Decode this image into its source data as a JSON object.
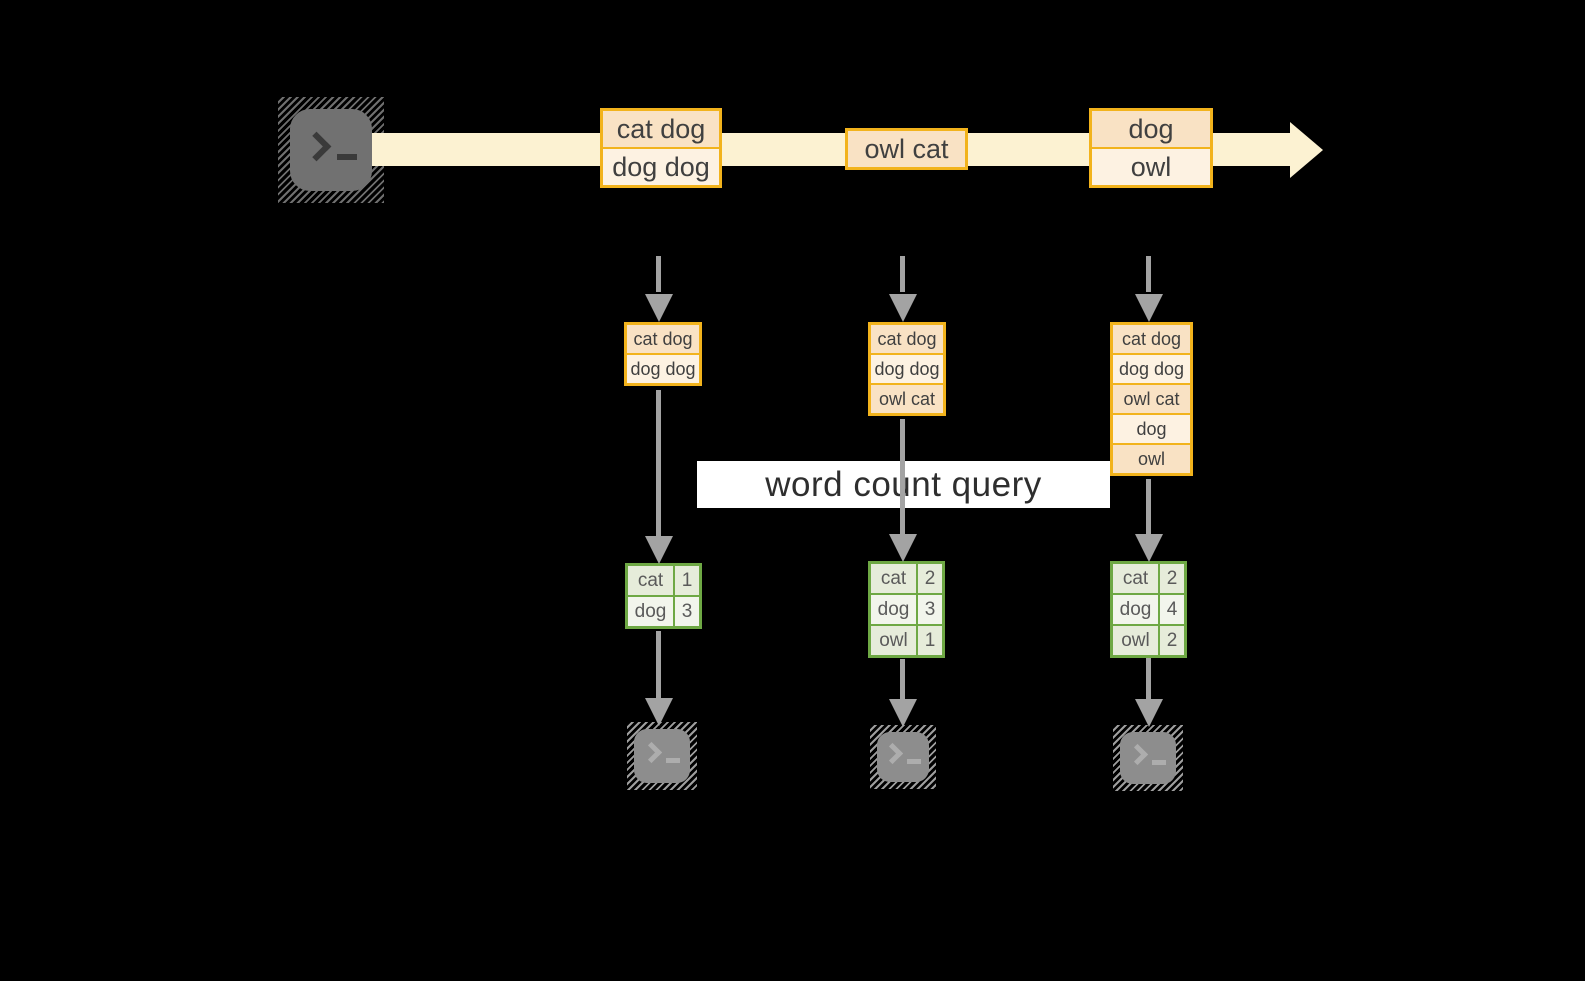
{
  "stream": {
    "source_icon": "terminal-icon",
    "records": [
      {
        "rows": [
          "cat dog",
          "dog dog"
        ]
      },
      {
        "rows": [
          "owl cat"
        ]
      },
      {
        "rows": [
          "dog",
          "owl"
        ]
      }
    ]
  },
  "states": [
    {
      "rows": [
        "cat dog",
        "dog dog"
      ]
    },
    {
      "rows": [
        "cat dog",
        "dog dog",
        "owl cat"
      ]
    },
    {
      "rows": [
        "cat dog",
        "dog dog",
        "owl cat",
        "dog",
        "owl"
      ]
    }
  ],
  "query": {
    "label": "word count query"
  },
  "results": [
    {
      "rows": [
        {
          "word": "cat",
          "count": "1"
        },
        {
          "word": "dog",
          "count": "3"
        }
      ]
    },
    {
      "rows": [
        {
          "word": "cat",
          "count": "2"
        },
        {
          "word": "dog",
          "count": "3"
        },
        {
          "word": "owl",
          "count": "1"
        }
      ]
    },
    {
      "rows": [
        {
          "word": "cat",
          "count": "2"
        },
        {
          "word": "dog",
          "count": "4"
        },
        {
          "word": "owl",
          "count": "2"
        }
      ]
    }
  ],
  "sink_icons": [
    "terminal-icon",
    "terminal-icon",
    "terminal-icon"
  ],
  "colors": {
    "background": "#000000",
    "stream_fill": "#fcf2d2",
    "record_border": "#f2b31c",
    "record_row_dark": "#f9e2c4",
    "record_row_light": "#fdf2e2",
    "table_border": "#6ea844",
    "table_row_dark": "#e6ecda",
    "table_row_light": "#f2f5ec",
    "arrow_gray": "#a3a3a3",
    "terminal_dark": "#717171",
    "terminal_light": "#8d8d8d",
    "label_bg": "#ffffff",
    "label_text": "#2e2e2e"
  }
}
